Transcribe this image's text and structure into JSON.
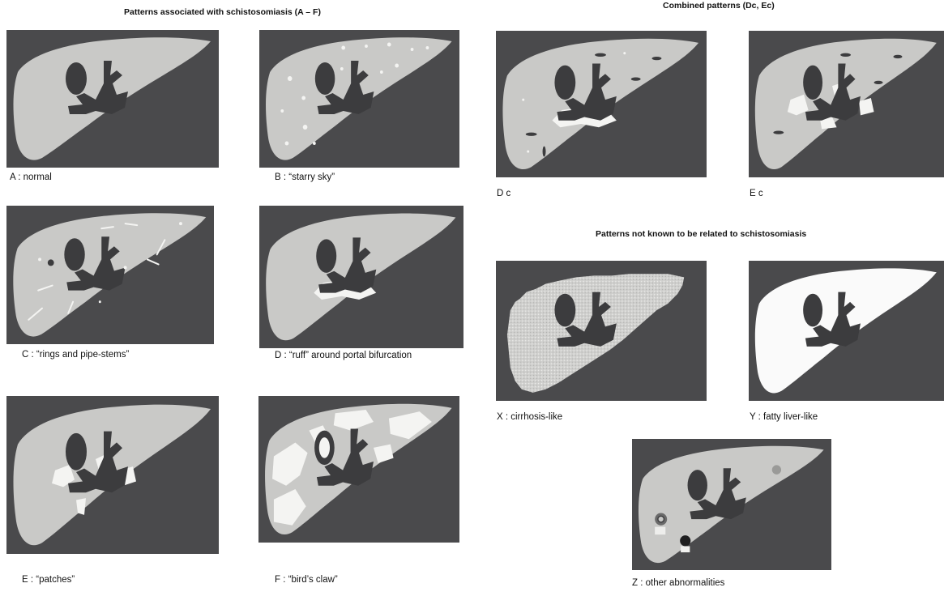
{
  "headings": {
    "schisto": "Patterns associated with schistosomiasis (A – F)",
    "combined": "Combined patterns (Dc, Ec)",
    "unrelated": "Patterns not known to be related to schistosomiasis"
  },
  "panels": {
    "A": {
      "caption": "A :  normal"
    },
    "B": {
      "caption": "B :  “starry sky”"
    },
    "C": {
      "caption": "C :  “rings and pipe-stems”"
    },
    "D": {
      "caption": "D :  “ruff” around portal bifurcation"
    },
    "E": {
      "caption": "E :  “patches”"
    },
    "F": {
      "caption": "F :  “bird’s claw”"
    },
    "Dc": {
      "caption": "D c"
    },
    "Ec": {
      "caption": "E c"
    },
    "X": {
      "caption": "X :  cirrhosis-like"
    },
    "Y": {
      "caption": "Y :  fatty liver-like"
    },
    "Z": {
      "caption": "Z :  other abnormalities"
    }
  },
  "colors": {
    "panel_background": "#4a4a4c",
    "liver_tissue": "#c9c9c7",
    "vessel": "#3c3c3e",
    "fibrosis": "#f4f4f2",
    "fatty_liver": "#fafafa",
    "caption_text": "#111111"
  }
}
